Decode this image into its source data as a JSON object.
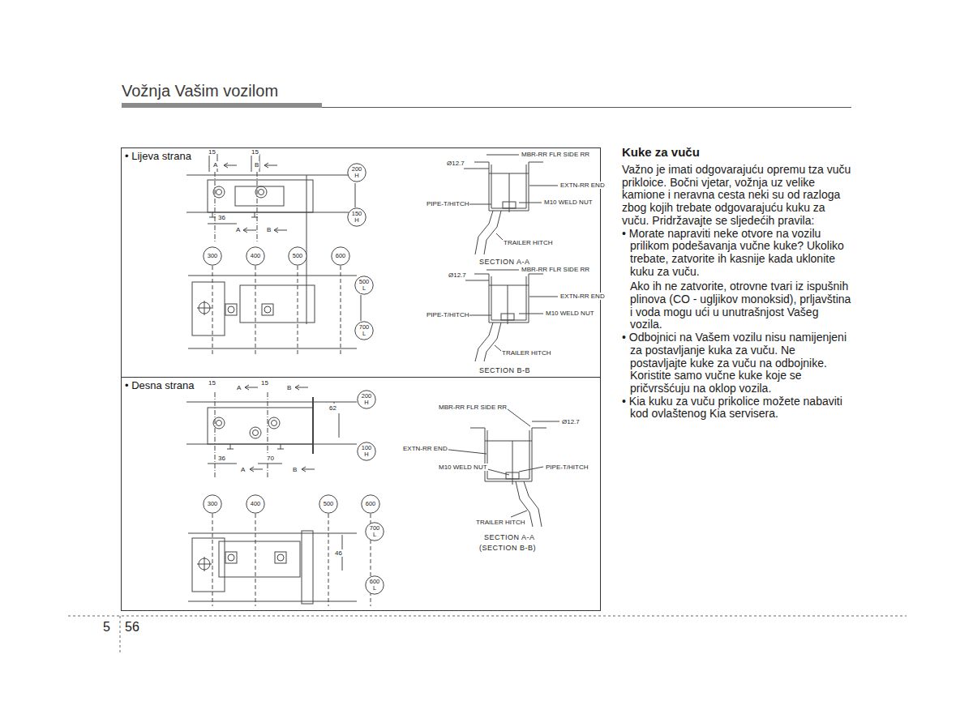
{
  "diagram": {
    "title": "Vožnja Vašim vozilom",
    "nodes": [
      {
        "text": [
          "• Lijeva strana"
        ]
      },
      {
        "text": [
          "200 H"
        ],
        "in": 0
      },
      {
        "text": [
          "150 H"
        ],
        "in": 0
      },
      {
        "text": [
          "300"
        ],
        "in": 0
      },
      {
        "text": [
          "400"
        ],
        "in": 0
      },
      {
        "text": [
          "500"
        ],
        "in": 0
      },
      {
        "text": [
          "600"
        ],
        "in": 0
      },
      {
        "text": [
          "500 L"
        ],
        "in": 0
      },
      {
        "text": [
          "700 L"
        ],
        "in": 0
      },
      {
        "text": [
          "• Desna strana"
        ]
      },
      {
        "text": [
          "200 H"
        ],
        "in": 9
      },
      {
        "text": [
          "100 H"
        ],
        "in": 9
      },
      {
        "text": [
          "300"
        ],
        "in": 9
      },
      {
        "text": [
          "400"
        ],
        "in": 9
      },
      {
        "text": [
          "500"
        ],
        "in": 9
      },
      {
        "text": [
          "600"
        ],
        "in": 9
      },
      {
        "text": [
          "700 L"
        ],
        "in": 9
      },
      {
        "text": [
          "600 L"
        ],
        "in": 9
      }
    ],
    "labels": [
      "Kuke za vuču",
      "Važno je imati odgovarajuću opremu tza vuču prikloice. Bočni vjetar, vožnja uz velike kamione i neravna cesta neki su od razloga zbog kojih trebate odgovarajuću kuku za vuču. Pridržavajte se sljedećih pravila:",
      "• Morate napraviti neke otvore na vozilu prilikom podešavanja vučne kuke? Ukoliko trebate, zatvorite ih kasnije kada uklonite kuku za vuču.",
      "Ako ih ne zatvorite, otrovne tvari iz ispušnih plinova (CO - ugljikov monoksid), prljavština i voda mogu ući u unutrašnjost Vašeg vozila.",
      "• Odbojnici na Vašem vozilu nisu namijenjeni za postavljanje kuka za vuču. Ne postavljajte kuke za vuču na odbojnike. Koristite samo vučne kuke koje se pričvrsšćuju na oklop vozila.",
      "• Kia kuku za vuču prikolice možete nabaviti kod ovlaštenog Kia servisera.",
      "5",
      "56",
      "15",
      "15",
      "A",
      "B",
      "36",
      "A",
      "B",
      "MBR-RR FLR SIDE RR",
      "Ø12.7",
      "EXTN-RR END",
      "PIPE-T/HITCH",
      "M10 WELD NUT",
      "TRAILER HITCH",
      "SECTION A-A",
      "MBR-RR FLR SIDE RR",
      "Ø12.7",
      "EXTN-RR END",
      "PIPE-T/HITCH",
      "M10 WELD NUT",
      "TRAILER HITCH",
      "SECTION B-B",
      "15",
      "A",
      "15",
      "B",
      "62",
      "36",
      "A",
      "70",
      "B",
      "46",
      "MBR-RR FLR SIDE RR",
      "Ø12.7",
      "EXTN-RR END",
      "M10 WELD NUT",
      "PIPE-T/HITCH",
      "TRAILER HITCH",
      "SECTION A-A",
      "(SECTION B-B)"
    ]
  }
}
